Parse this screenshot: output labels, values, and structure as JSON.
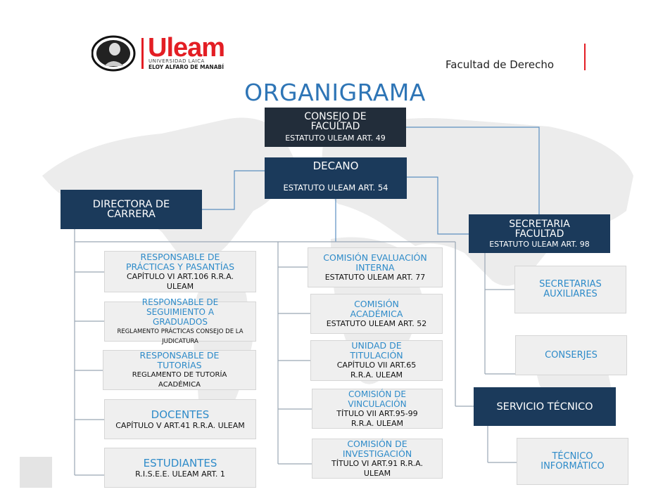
{
  "header": {
    "logo_word": "Uleam",
    "logo_line1": "UNIVERSIDAD LAICA",
    "logo_line2": "ELOY ALFARO DE MANABÍ",
    "faculty": "Facultad de Derecho"
  },
  "title": "ORGANIGRAMA",
  "colors": {
    "dark_box": "#1b3a5b",
    "top_box": "#222d3a",
    "light_box": "#efefef",
    "link_blue": "#2e8bc9",
    "brand_red": "#e31e24",
    "title_blue": "#2e75b6"
  },
  "boxes": {
    "consejo": {
      "title": "CONSEJO DE FACULTAD",
      "sub": "ESTATUTO ULEAM ART. 49"
    },
    "decano": {
      "title": "DECANO",
      "sub": "ESTATUTO ULEAM ART. 54"
    },
    "directora": {
      "title": "DIRECTORA DE CARRERA"
    },
    "secretaria": {
      "title": "SECRETARIA FACULTAD",
      "sub": "ESTATUTO ULEAM ART. 98"
    },
    "servicio": {
      "title": "SERVICIO TÉCNICO"
    },
    "practicas": {
      "title": "RESPONSABLE DE PRÁCTICAS Y PASANTÍAS",
      "sub": "CAPÍTULO VI ART.106 R.R.A. ULEAM"
    },
    "seguimiento": {
      "title": "RESPONSABLE DE SEGUIMIENTO A GRADUADOS",
      "sub": "REGLAMENTO PRÁCTICAS CONSEJO DE LA JUDICATURA"
    },
    "tutorias": {
      "title": "RESPONSABLE DE TUTORÍAS",
      "sub": "REGLAMENTO DE TUTORÍA ACADÉMICA"
    },
    "docentes": {
      "title": "DOCENTES",
      "sub": "CAPÍTULO V ART.41 R.R.A. ULEAM"
    },
    "estudiantes": {
      "title": "ESTUDIANTES",
      "sub": "R.I.S.E.E. ULEAM ART. 1"
    },
    "evaluacion": {
      "title": "COMISIÓN EVALUACIÓN INTERNA",
      "sub": "ESTATUTO ULEAM ART. 77"
    },
    "academica": {
      "title": "COMISIÓN ACADÉMICA",
      "sub": "ESTATUTO ULEAM ART. 52"
    },
    "titulacion": {
      "title": "UNIDAD DE TITULACIÓN",
      "sub": "CAPÍTULO VII ART.65 R.R.A. ULEAM"
    },
    "vinculacion": {
      "title": "COMISIÓN DE VINCULACIÓN",
      "sub": "TÍTULO VII ART.95-99 R.R.A. ULEAM"
    },
    "investigacion": {
      "title": "COMISIÓN DE INVESTIGACIÓN",
      "sub": "TÍTULO VI ART.91 R.R.A. ULEAM"
    },
    "auxiliares": {
      "title": "SECRETARIAS AUXILIARES"
    },
    "conserjes": {
      "title": "CONSERJES"
    },
    "tecnico": {
      "title": "TÉCNICO INFORMÁTICO"
    }
  }
}
